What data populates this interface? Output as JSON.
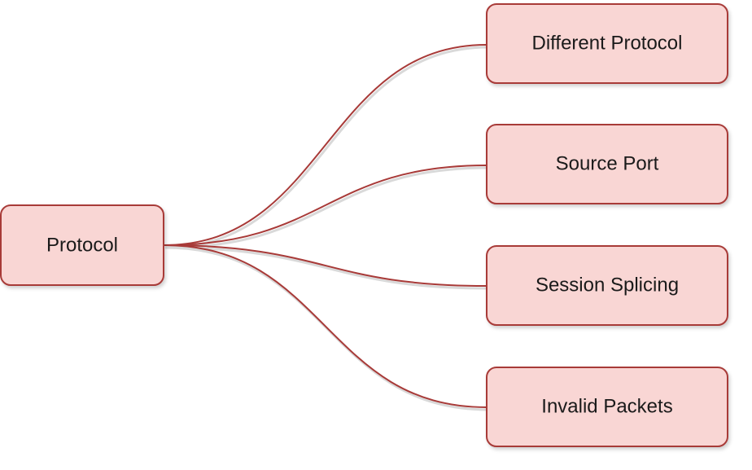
{
  "root": {
    "label": "Protocol"
  },
  "children": [
    {
      "label": "Different Protocol"
    },
    {
      "label": "Source Port"
    },
    {
      "label": "Session Splicing"
    },
    {
      "label": "Invalid Packets"
    }
  ],
  "colors": {
    "node_fill": "#f9d6d4",
    "node_stroke": "#a83a38",
    "edge": "#a83a38",
    "text": "#1a1a1a"
  }
}
